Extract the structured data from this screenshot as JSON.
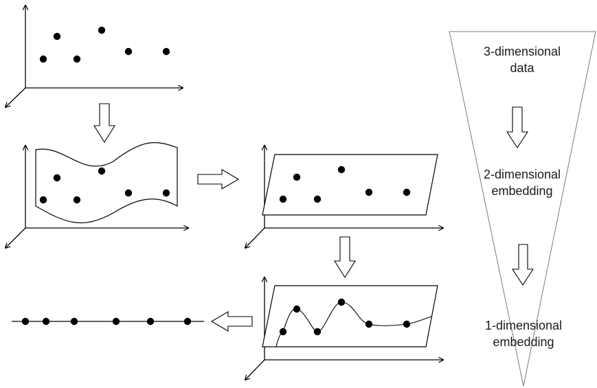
{
  "funnel": {
    "stage_3d_line1": "3-dimensional",
    "stage_3d_line2": "data",
    "stage_2d_line1": "2-dimensional",
    "stage_2d_line2": "embedding",
    "stage_1d_line1": "1-dimensional",
    "stage_1d_line2": "embedding"
  },
  "colors": {
    "ink": "#000000",
    "background": "#ffffff",
    "label_text": "#1a1a1a"
  }
}
